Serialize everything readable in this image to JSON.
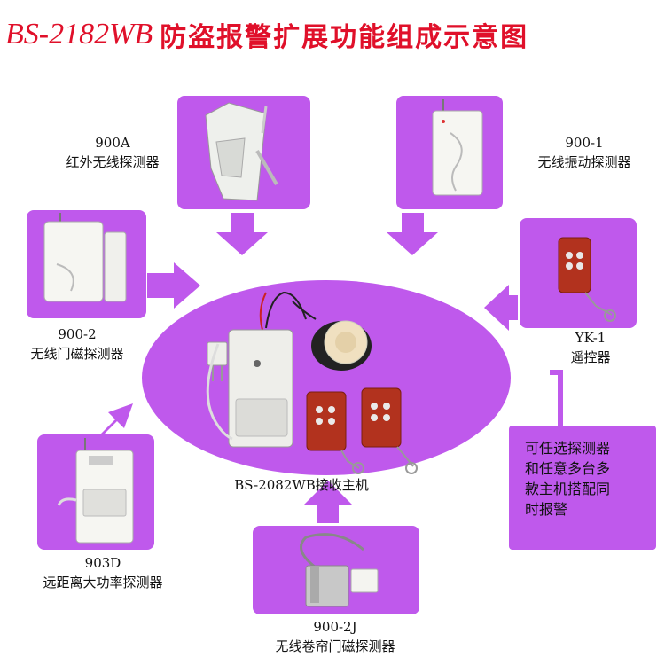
{
  "title": {
    "model": "BS-2182WB",
    "text": "防盗报警扩展功能组成示意图"
  },
  "center": {
    "label": "BS-2082WB接收主机"
  },
  "devices": {
    "infrared": {
      "model": "900A",
      "name": "红外无线探测器"
    },
    "vibration": {
      "model": "900-1",
      "name": "无线振动探测器"
    },
    "door": {
      "model": "900-2",
      "name": "无线门磁探测器"
    },
    "remote": {
      "model": "YK-1",
      "name": "遥控器"
    },
    "longrange": {
      "model": "903D",
      "name": "远距离大功率探测器"
    },
    "rolling": {
      "model": "900-2J",
      "name": "无线卷帘门磁探测器"
    }
  },
  "note": {
    "lines": [
      "可任选探测器",
      "和任意多台多",
      "款主机搭配同",
      "时报警"
    ]
  },
  "colors": {
    "panel": "#bf59ec",
    "title": "#e0102a",
    "device": "#f2f2ee",
    "remote": "#b2321e"
  }
}
